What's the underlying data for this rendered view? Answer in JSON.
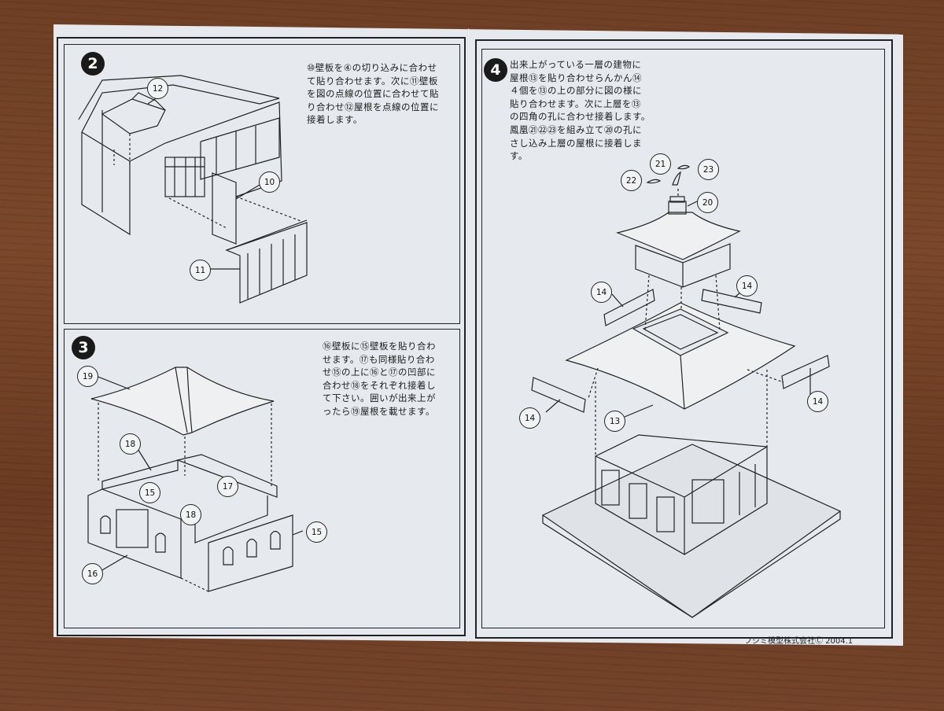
{
  "document": {
    "steps": [
      {
        "number": "2",
        "text": "⑩壁板を④の切り込みに合わせ\nて貼り合わせます。次に⑪壁板\nを図の点線の位置に合わせて貼\nり合わせ⑫屋根を点線の位置に\n接着します。",
        "callouts": [
          "12",
          "10",
          "11"
        ]
      },
      {
        "number": "3",
        "text": "⑯壁板に⑮壁板を貼り合わ\nせます。⑰も同様貼り合わ\nせ⑮の上に⑯と⑰の凹部に\n合わせ⑱をそれぞれ接着し\nて下さい。囲いが出来上が\nったら⑲屋根を載せます。",
        "callouts": [
          "19",
          "18",
          "15",
          "17",
          "18",
          "15",
          "16"
        ]
      },
      {
        "number": "4",
        "text": "出来上がっている一層の建物に\n屋根⑬を貼り合わせらんかん⑭\n４個を⑬の上の部分に図の様に\n貼り合わせます。次に上層を⑬\nの四角の孔に合わせ接着します。\n鳳凰㉑㉒㉓を組み立て⑳の孔に\nさし込み上層の屋根に接着しま\nす。",
        "callouts": [
          "21",
          "23",
          "22",
          "20",
          "14",
          "14",
          "14",
          "14",
          "13"
        ]
      }
    ],
    "footer": "フジミ模型株式会社Ⓒ 2004.1"
  }
}
